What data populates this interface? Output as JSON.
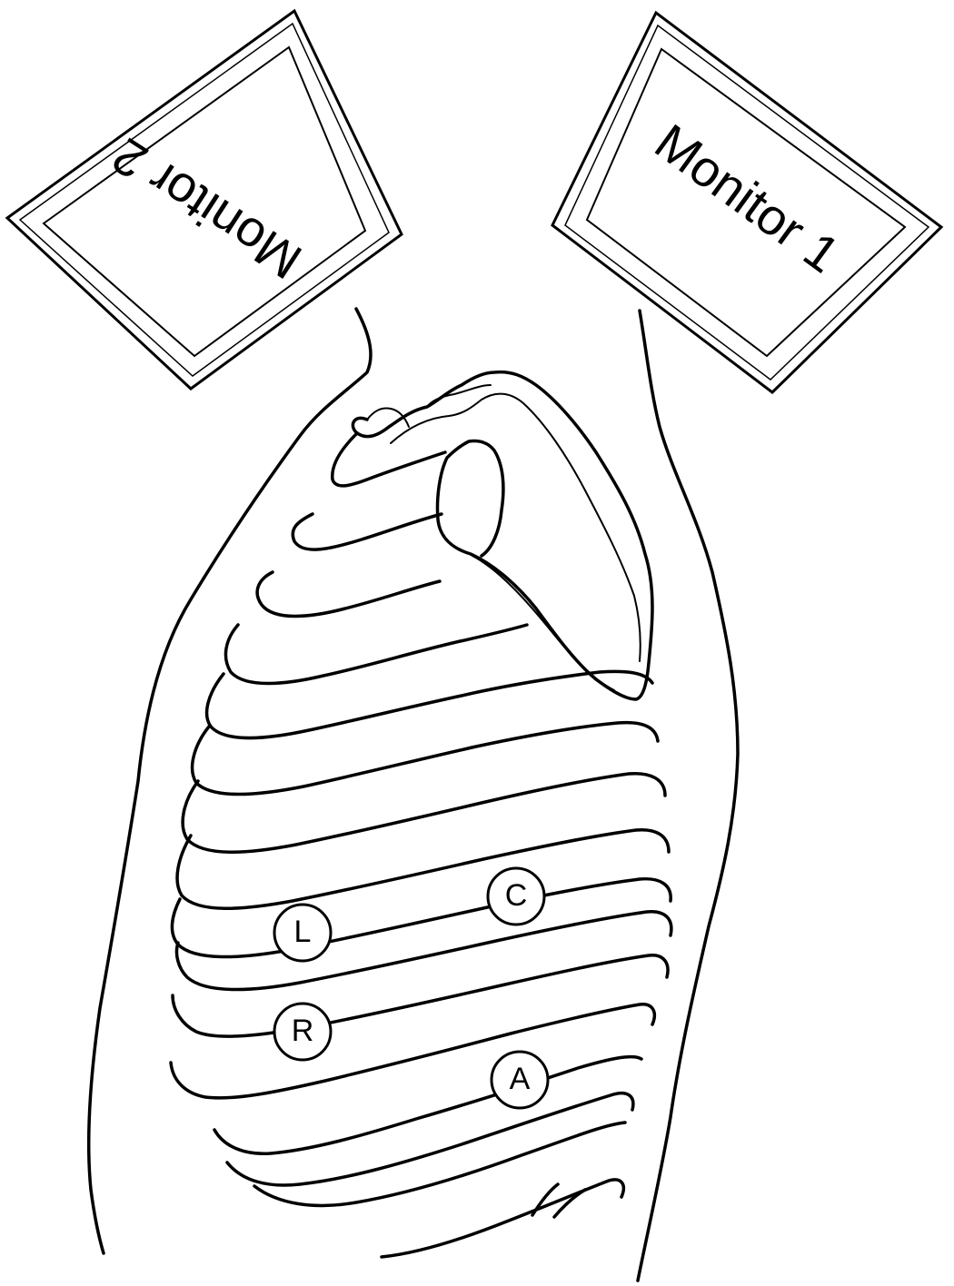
{
  "monitors": {
    "monitor_1": {
      "label": "Monitor 1"
    },
    "monitor_2": {
      "label": "Monitor 2"
    }
  },
  "markers": {
    "c": {
      "label": "C"
    },
    "l": {
      "label": "L"
    },
    "r": {
      "label": "R"
    },
    "a": {
      "label": "A"
    }
  }
}
